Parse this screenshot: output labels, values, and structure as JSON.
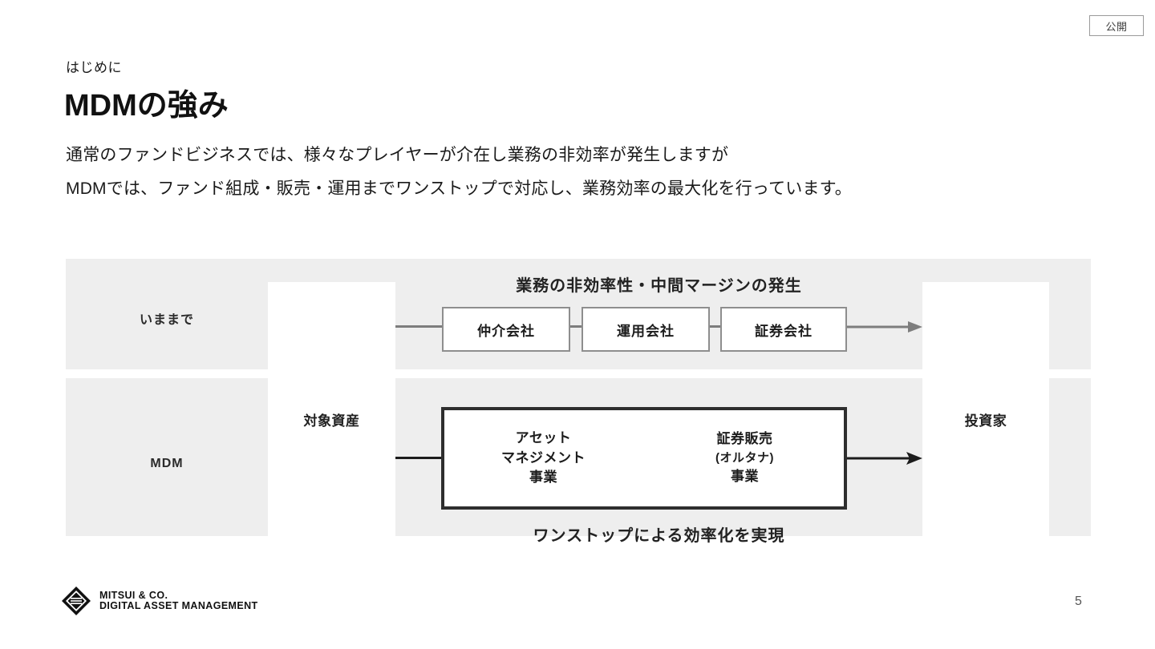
{
  "badge": {
    "label": "公開"
  },
  "header": {
    "eyebrow": "はじめに",
    "title": "MDMの強み"
  },
  "lede": {
    "line1": "通常のファンドビジネスでは、様々なプレイヤーが介在し業務の非効率が発生しますが",
    "line2": "MDMでは、ファンド組成・販売・運用までワンストップで対応し、業務効率の最大化を行っています。"
  },
  "diagram": {
    "columns": {
      "asset_label": "対象資産",
      "investor_label": "投資家"
    },
    "legacy_row": {
      "side_label": "いままで",
      "caption": "業務の非効率性・中間マージンの発生",
      "boxes": [
        {
          "label": "仲介会社"
        },
        {
          "label": "運用会社"
        },
        {
          "label": "証券会社"
        }
      ],
      "arrow_color": "#7d7d7d"
    },
    "mdm_row": {
      "side_label": "MDM",
      "caption": "ワンストップによる効率化を実現",
      "cells": [
        {
          "line1": "アセット",
          "line2": "マネジメント",
          "line3": "事業"
        },
        {
          "line1": "証券販売",
          "line2": "(オルタナ)",
          "line3": "事業"
        }
      ],
      "arrow_color": "#1c1c1c"
    },
    "band_color": "#eeeeee"
  },
  "footer": {
    "logo_line1": "MITSUI & CO.",
    "logo_line2": "DIGITAL ASSET MANAGEMENT",
    "page_number": "5"
  }
}
